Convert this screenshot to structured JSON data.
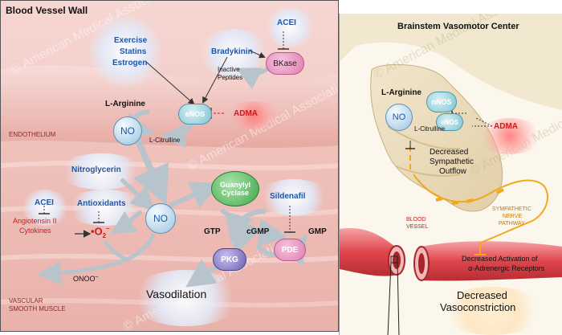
{
  "left_panel": {
    "title": "Blood Vessel Wall",
    "endothelium_label": "ENDOTHELIUM",
    "vascular_label_line1": "VASCULAR",
    "vascular_label_line2": "SMOOTH MUSCLE",
    "exercise": "Exercise",
    "statins": "Statins",
    "estrogen": "Estrogen",
    "bradykinin": "Bradykinin",
    "acei_top": "ACEI",
    "bkase": "BKase",
    "inactive_line1": "Inactive",
    "inactive_line2": "Peptides",
    "l_arginine": "L-Arginine",
    "enos": "eNOS",
    "adma": "ADMA",
    "no_top": "NO",
    "l_citrulline": "L-Citrulline",
    "nitroglycerin": "Nitroglycerin",
    "guanylyl_line1": "Guanylyl",
    "guanylyl_line2": "Cyclase",
    "sildenafil": "Sildenafil",
    "acei_left": "ACEI",
    "antioxidants": "Antioxidants",
    "angiotensin": "Angiotensin II",
    "cytokines": "Cytokines",
    "superoxide": "•O",
    "superoxide_sub": "2",
    "superoxide_sup": "–",
    "no_mid": "NO",
    "gtp": "GTP",
    "cgmp": "cGMP",
    "gmp": "GMP",
    "pde": "PDE",
    "pkg": "PKG",
    "onoo": "ONOO",
    "onoo_sup": "–",
    "vasodilation": "Vasodilation",
    "watermark": "© American Medical Association"
  },
  "right_panel": {
    "title": "Brainstem Vasomotor Center",
    "l_arginine": "L-Arginine",
    "nnos": "nNOS",
    "enos": "eNOS",
    "no": "NO",
    "l_citrulline": "L-Citrulline",
    "adma": "ADMA",
    "decreased_line1": "Decreased",
    "decreased_line2": "Sympathetic",
    "decreased_line3": "Outflow",
    "blood_line1": "BLOOD",
    "blood_line2": "VESSEL",
    "sympathetic_line1": "SYMPATHETIC",
    "sympathetic_line2": "NERVE",
    "sympathetic_line3": "PATHWAY",
    "activation_line1": "Decreased Activation of",
    "activation_line2": "α-Adrenergic Receptors",
    "vasoconstriction_line1": "Decreased",
    "vasoconstriction_line2": "Vasoconstriction",
    "watermark": "© American Medical Association"
  },
  "colors": {
    "pink_tissue": "#f2c4c0",
    "blue_node": "#b8d6ec",
    "green_node": "#4fb95a",
    "purple_node": "#7a6fb8",
    "pink_node": "#e48fbe",
    "red_text": "#d11a1a",
    "blue_text": "#1d56a8",
    "nerve_orange": "#f2a81c"
  }
}
